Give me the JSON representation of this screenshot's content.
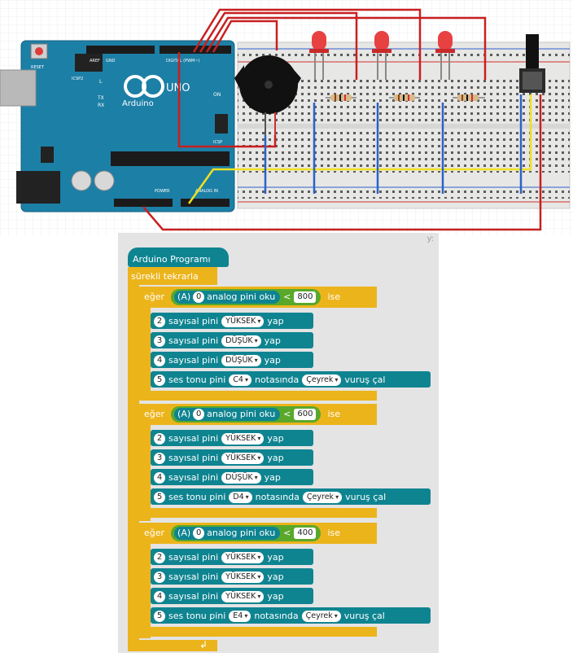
{
  "board": {
    "reset_label": "RESET",
    "icsp2_label": "ICSP2",
    "icsp_label": "ICSP",
    "brand_label": "Arduino",
    "model_label": "UNO",
    "tx_label": "TX",
    "rx_label": "RX",
    "l_label": "L",
    "on_label": "ON",
    "digital_label": "DIGITAL (PWM~)",
    "power_label": "POWER",
    "analog_label": "ANALOG IN",
    "aref_label": "AREF",
    "gnd_label": "GND"
  },
  "editor": {
    "variables_label": "y:",
    "program_label": "Arduino Programı",
    "loop_label": "sürekli tekrarla",
    "if_label": "eğer",
    "then_label": "ise",
    "analog_prefix": "(A)",
    "analog_label": "analog pini oku",
    "digital_label": "sayısal pini",
    "do_label": "yap",
    "tone_label": "ses tonu pini",
    "note_label": "notasında",
    "beat_label": "vuruş çal",
    "conditions": [
      {
        "pin": "0",
        "op": "<",
        "value": "800",
        "writes": [
          {
            "pin": "2",
            "state": "YÜKSEK"
          },
          {
            "pin": "3",
            "state": "DÜŞÜK"
          },
          {
            "pin": "4",
            "state": "DÜŞÜK"
          }
        ],
        "tone": {
          "pin": "5",
          "note": "C4",
          "beat": "Çeyrek"
        }
      },
      {
        "pin": "0",
        "op": "<",
        "value": "600",
        "writes": [
          {
            "pin": "2",
            "state": "YÜKSEK"
          },
          {
            "pin": "3",
            "state": "YÜKSEK"
          },
          {
            "pin": "4",
            "state": "DÜŞÜK"
          }
        ],
        "tone": {
          "pin": "5",
          "note": "D4",
          "beat": "Çeyrek"
        }
      },
      {
        "pin": "0",
        "op": "<",
        "value": "400",
        "writes": [
          {
            "pin": "2",
            "state": "YÜKSEK"
          },
          {
            "pin": "3",
            "state": "YÜKSEK"
          },
          {
            "pin": "4",
            "state": "YÜKSEK"
          }
        ],
        "tone": {
          "pin": "5",
          "note": "E4",
          "beat": "Çeyrek"
        }
      }
    ]
  }
}
